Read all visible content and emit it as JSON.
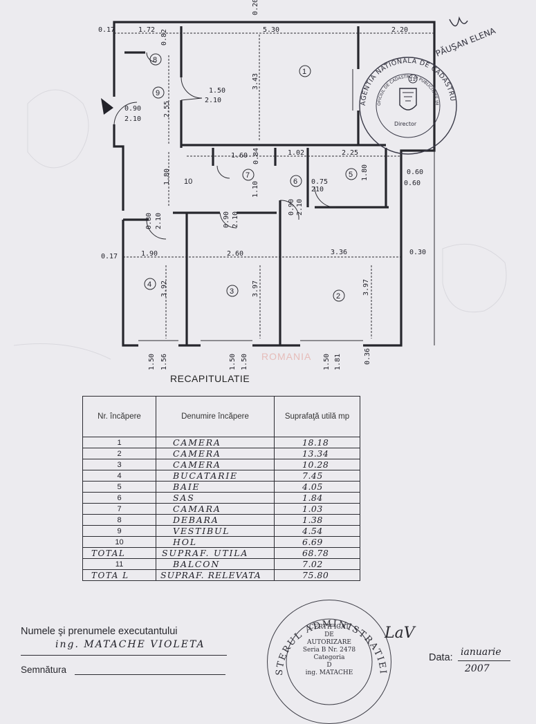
{
  "plan": {
    "dimensions": {
      "top_left": "1.72",
      "top_mid": "5.30",
      "top_right": "2.20",
      "top_extra": "0.20",
      "left_offset_top": "0.17",
      "left_offset_mid": "0.17",
      "right_offset": "0.30",
      "r8_depth": "0.82",
      "r9_height": "2.55",
      "r1_height": "3.43",
      "door_main_w": "1.50",
      "door_main_h": "2.10",
      "entry_door_w": "0.90",
      "entry_door_h": "2.10",
      "hall_height": "1.80",
      "r7_w": "1.60",
      "r7_depth": "0.84",
      "r7_h": "1.10",
      "r6_w": "1.02",
      "r5_w": "2.25",
      "r5_h": "1.80",
      "r6_door_w": "0.75",
      "r6_door_h": "210",
      "r2_door_w": "0.90",
      "r2_door_h": "2.10",
      "r4_door_w": "0.80",
      "r4_door_h": "2.10",
      "r3_door_w": "0.90",
      "r3_door_h": "2.10",
      "win_r5_a": "0.60",
      "win_r5_b": "0.60",
      "r4_w": "1.90",
      "r3_w": "2.60",
      "r2_w": "3.36",
      "r4_h": "3.92",
      "r3_h": "3.97",
      "r2_h": "3.97",
      "win4_a": "1.50",
      "win4_b": "1.56",
      "win3_a": "1.50",
      "win3_b": "1.50",
      "win2_a": "1.50",
      "win2_b": "1.81",
      "balcony_depth": "0.36"
    },
    "room_numbers": [
      "1",
      "2",
      "3",
      "4",
      "5",
      "6",
      "7",
      "8",
      "9",
      "10"
    ],
    "stamp_top": {
      "ring_text": "AGENTIA NATIONALA DE CADASTRU SI PUBLICITATE IMOBILIARA",
      "inner_text": "OFICIUL DE CADASTRU SI PUBLICITATE IMOBILIARA AL MUNICIPIULUI BUCURESTI",
      "center_text": "Director",
      "number": "11",
      "signature": "PĂUŞAN ELENA"
    }
  },
  "watermark": "ROMANIA",
  "recap": {
    "title": "RECAPITULATIE",
    "headers": [
      "Nr. încăpere",
      "Denumire încăpere",
      "Suprafaţă utilă mp"
    ],
    "rows": [
      {
        "nr": "1",
        "name": "CAMERA",
        "area": "18.18"
      },
      {
        "nr": "2",
        "name": "CAMERA",
        "area": "13.34"
      },
      {
        "nr": "3",
        "name": "CAMERA",
        "area": "10.28"
      },
      {
        "nr": "4",
        "name": "BUCATARIE",
        "area": "7.45"
      },
      {
        "nr": "5",
        "name": "BAIE",
        "area": "4.05"
      },
      {
        "nr": "6",
        "name": "SAS",
        "area": "1.84"
      },
      {
        "nr": "7",
        "name": "CAMARA",
        "area": "1.03"
      },
      {
        "nr": "8",
        "name": "DEBARA",
        "area": "1.38"
      },
      {
        "nr": "9",
        "name": "VESTIBUL",
        "area": "4.54"
      },
      {
        "nr": "10",
        "name": "HOL",
        "area": "6.69"
      },
      {
        "nr": "TOTAL",
        "name": "SUPRAF. UTILA",
        "area": "68.78"
      },
      {
        "nr": "11",
        "name": "BALCON",
        "area": "7.02"
      },
      {
        "nr": "TOTA L",
        "name": "SUPRAF. RELEVATA",
        "area": "75.80"
      }
    ]
  },
  "stamp_bottom": {
    "ring_text": "STERUL ADMINISTRATIEI PUB",
    "line1": "CERTIFICAT",
    "line2": "DE",
    "line3": "AUTORIZARE",
    "line4": "Seria B Nr. 2478",
    "line5": "Categoria",
    "line6": "D",
    "line7": "ing. MATACHE"
  },
  "footer": {
    "executant_label": "Numele şi prenumele executantului",
    "executant_name": "ing. MATACHE VIOLETA",
    "signature_label": "Semnătura",
    "initials": "LaV",
    "date_label": "Data:",
    "date_value": "ianuarie",
    "year_value": "2007"
  }
}
